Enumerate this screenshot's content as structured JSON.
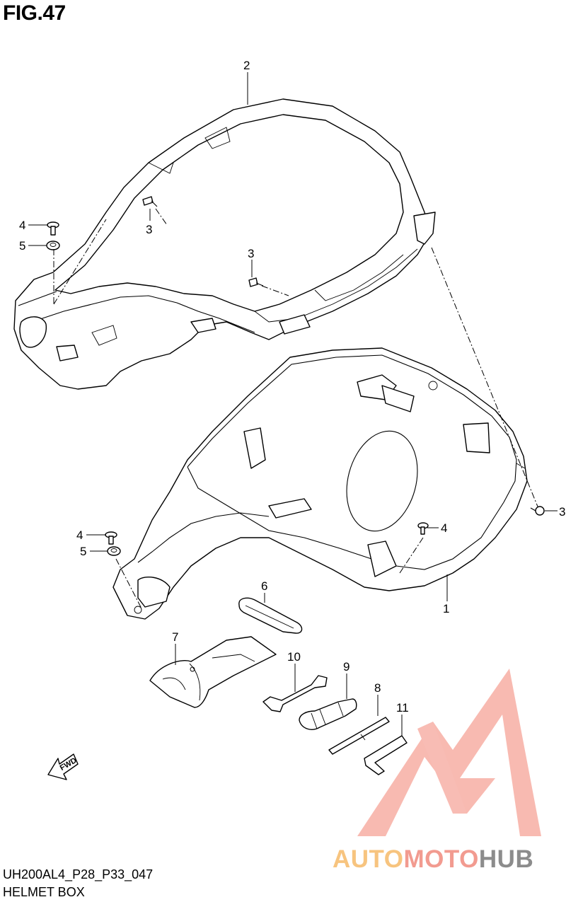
{
  "figure": {
    "title": "FIG.47",
    "code": "UH200AL4_P28_P33_047",
    "name": "HELMET BOX"
  },
  "callouts": {
    "c1": "1",
    "c2": "2",
    "c3a": "3",
    "c3b": "3",
    "c3c": "3",
    "c4a": "4",
    "c4b": "4",
    "c4c": "4",
    "c5a": "5",
    "c5b": "5",
    "c6": "6",
    "c7": "7",
    "c8": "8",
    "c9": "9",
    "c10": "10",
    "c11": "11"
  },
  "direction": {
    "label": "FWD"
  },
  "watermark": {
    "part1": "AUTO",
    "part2": "MOTO",
    "part3": "HUB",
    "colors": {
      "auto": "#f7c47f",
      "moto": "#f29b90",
      "hub": "#8c8c8c",
      "logo": "#f6a59a"
    }
  }
}
